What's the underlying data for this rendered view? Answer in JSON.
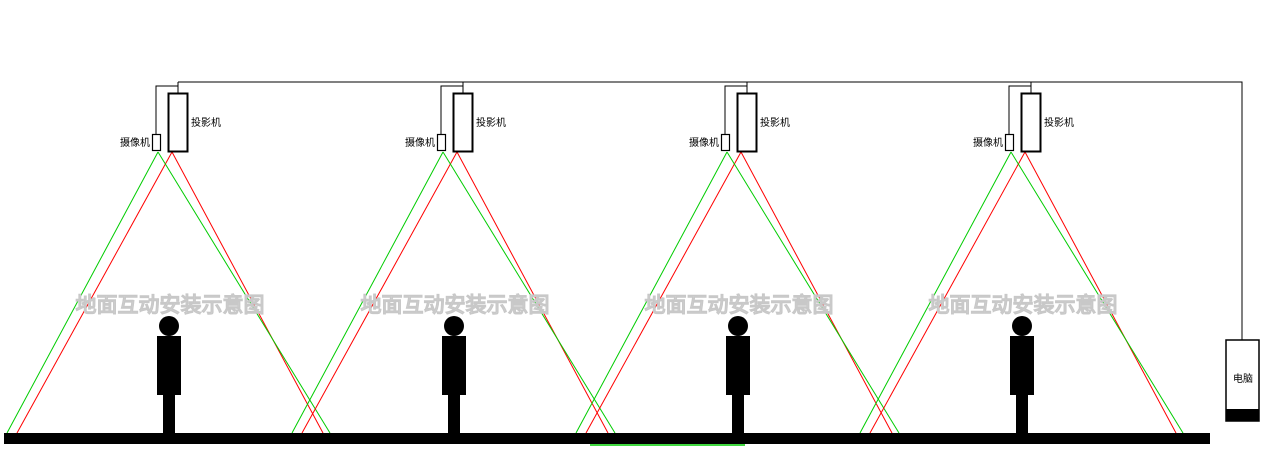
{
  "labels": {
    "projector": "投影机",
    "camera": "摄像机",
    "computer": "电脑",
    "watermark": "地面互动安装示意图"
  },
  "units": 4,
  "colors": {
    "background": "#ffffff",
    "floor": "#000000",
    "person": "#000000",
    "wire": "#000000",
    "projector_beam": "#ff0000",
    "camera_beam": "#00cc00",
    "watermark": "#d8d8d8"
  }
}
